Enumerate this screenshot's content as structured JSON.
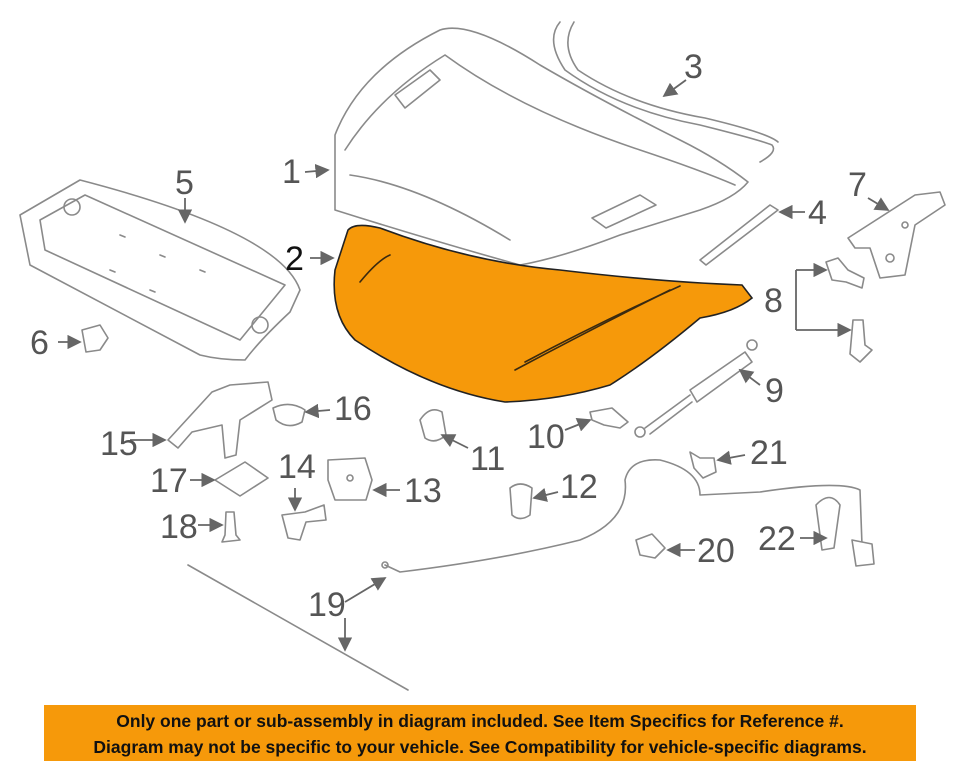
{
  "callouts": {
    "c1": "1",
    "c2": "2",
    "c3": "3",
    "c4": "4",
    "c5": "5",
    "c6": "6",
    "c7": "7",
    "c8": "8",
    "c9": "9",
    "c10": "10",
    "c11": "11",
    "c12": "12",
    "c13": "13",
    "c14": "14",
    "c15": "15",
    "c16": "16",
    "c17": "17",
    "c18": "18",
    "c19": "19",
    "c20": "20",
    "c21": "21",
    "c22": "22"
  },
  "highlight_color": "#F6990A",
  "footer": {
    "line1": "Only one part or sub-assembly in diagram included. See Item Specifics for Reference #.",
    "line2": "Diagram may not be specific to your vehicle. See Compatibility for vehicle-specific diagrams."
  }
}
